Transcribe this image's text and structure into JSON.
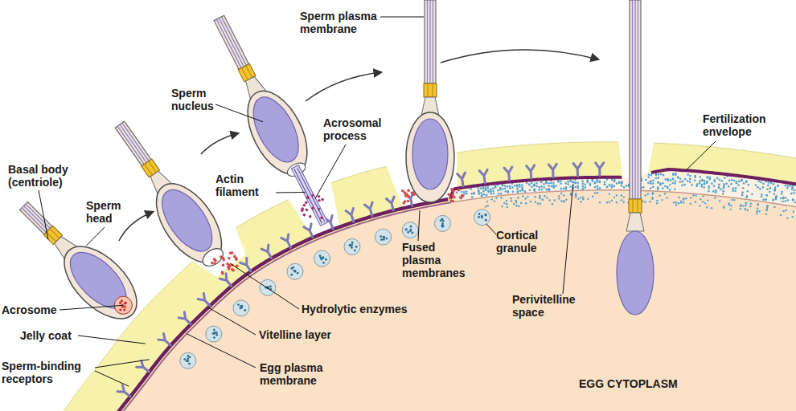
{
  "diagram": {
    "labels": [
      "Sperm plasma membrane",
      "Sperm nucleus",
      "Acrosomal process",
      "Basal body (centriole)",
      "Sperm head",
      "Actin filament",
      "Fertilization envelope",
      "Acrosome",
      "Jelly coat",
      "Sperm-binding receptors",
      "Hydrolytic enzymes",
      "Vitelline layer",
      "Egg plasma membrane",
      "Fused plasma membranes",
      "Cortical granule",
      "Perivitelline space",
      "EGG CYTOPLASM"
    ]
  }
}
